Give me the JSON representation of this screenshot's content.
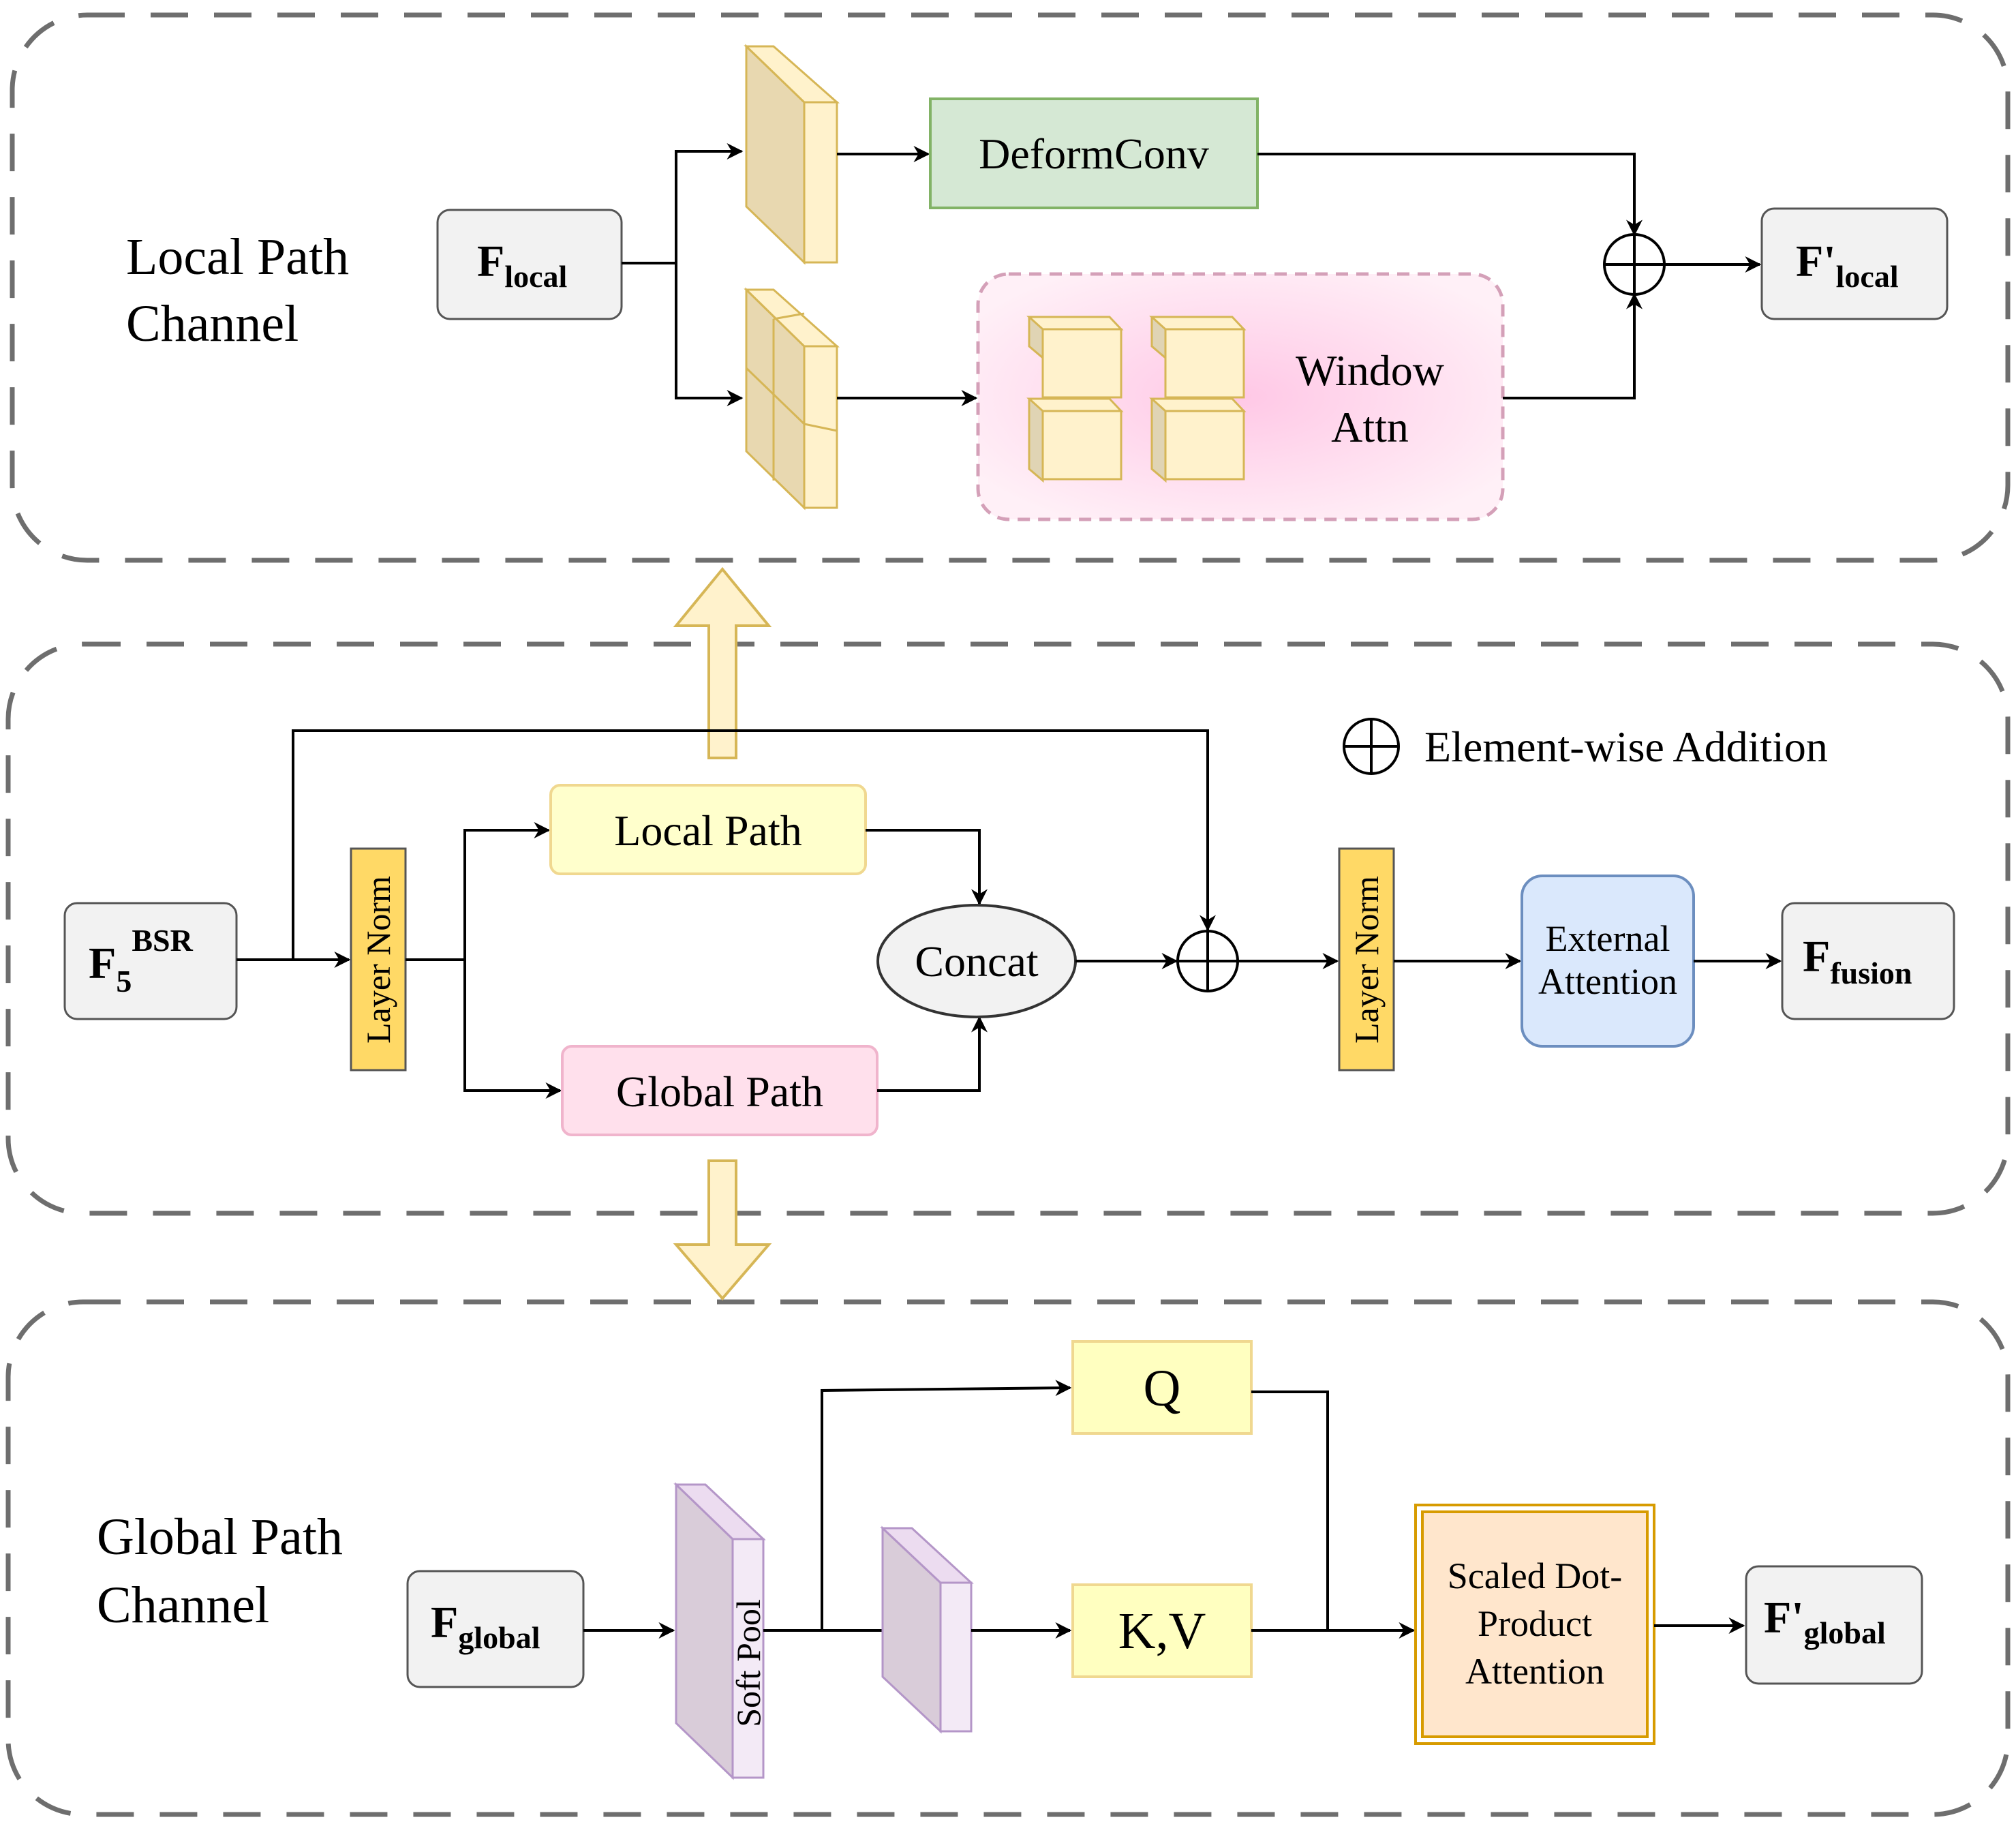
{
  "local_channel": {
    "title_line1": "Local Path",
    "title_line2": "Channel",
    "input_main": "F",
    "input_sub": "local",
    "deform_label": "DeformConv",
    "window_line1": "Window",
    "window_line2": "Attn",
    "output_main": "F'",
    "output_sub": "local"
  },
  "fusion": {
    "legend_label": "Element-wise Addition",
    "input_main": "F",
    "input_sub": "5",
    "input_sup": "BSR",
    "layernorm1": "Layer Norm",
    "local_path": "Local Path",
    "global_path": "Global Path",
    "concat": "Concat",
    "layernorm2": "Layer Norm",
    "external_line1": "External",
    "external_line2": "Attention",
    "output_main": "F",
    "output_sub": "fusion"
  },
  "global_channel": {
    "title_line1": "Global Path",
    "title_line2": "Channel",
    "input_main": "F",
    "input_sub": "global",
    "softpool": "Soft Pool",
    "q": "Q",
    "kv": "K,V",
    "sdpa_line1": "Scaled Dot-",
    "sdpa_line2": "Product",
    "sdpa_line3": "Attention",
    "output_main": "F'",
    "output_sub": "global"
  },
  "colors": {
    "dash_border": "#6e6e6e",
    "io_fill": "#f2f2f2",
    "deform_fill": "#d5e8d4",
    "deform_stroke": "#82b366",
    "window_fill": "#ffd0e8",
    "window_stroke": "#d4a0b8",
    "cube_fill": "#fff2cc",
    "cube_side": "#e0d4b4",
    "cube_stroke": "#d6b656",
    "layernorm_fill": "#ffd966",
    "local_path_fill": "#ffffcc",
    "global_path_fill": "#ffe0ec",
    "external_fill": "#dae8fc",
    "external_stroke": "#6c8ebf",
    "q_fill": "#ffffc0",
    "sdpa_fill": "#ffe6cc",
    "sdpa_stroke": "#d79b00",
    "pool_fill": "#e1d5e7",
    "pool_stroke": "#b496c8",
    "big_arrow_fill": "#fff2cc",
    "big_arrow_stroke": "#d6b656"
  }
}
